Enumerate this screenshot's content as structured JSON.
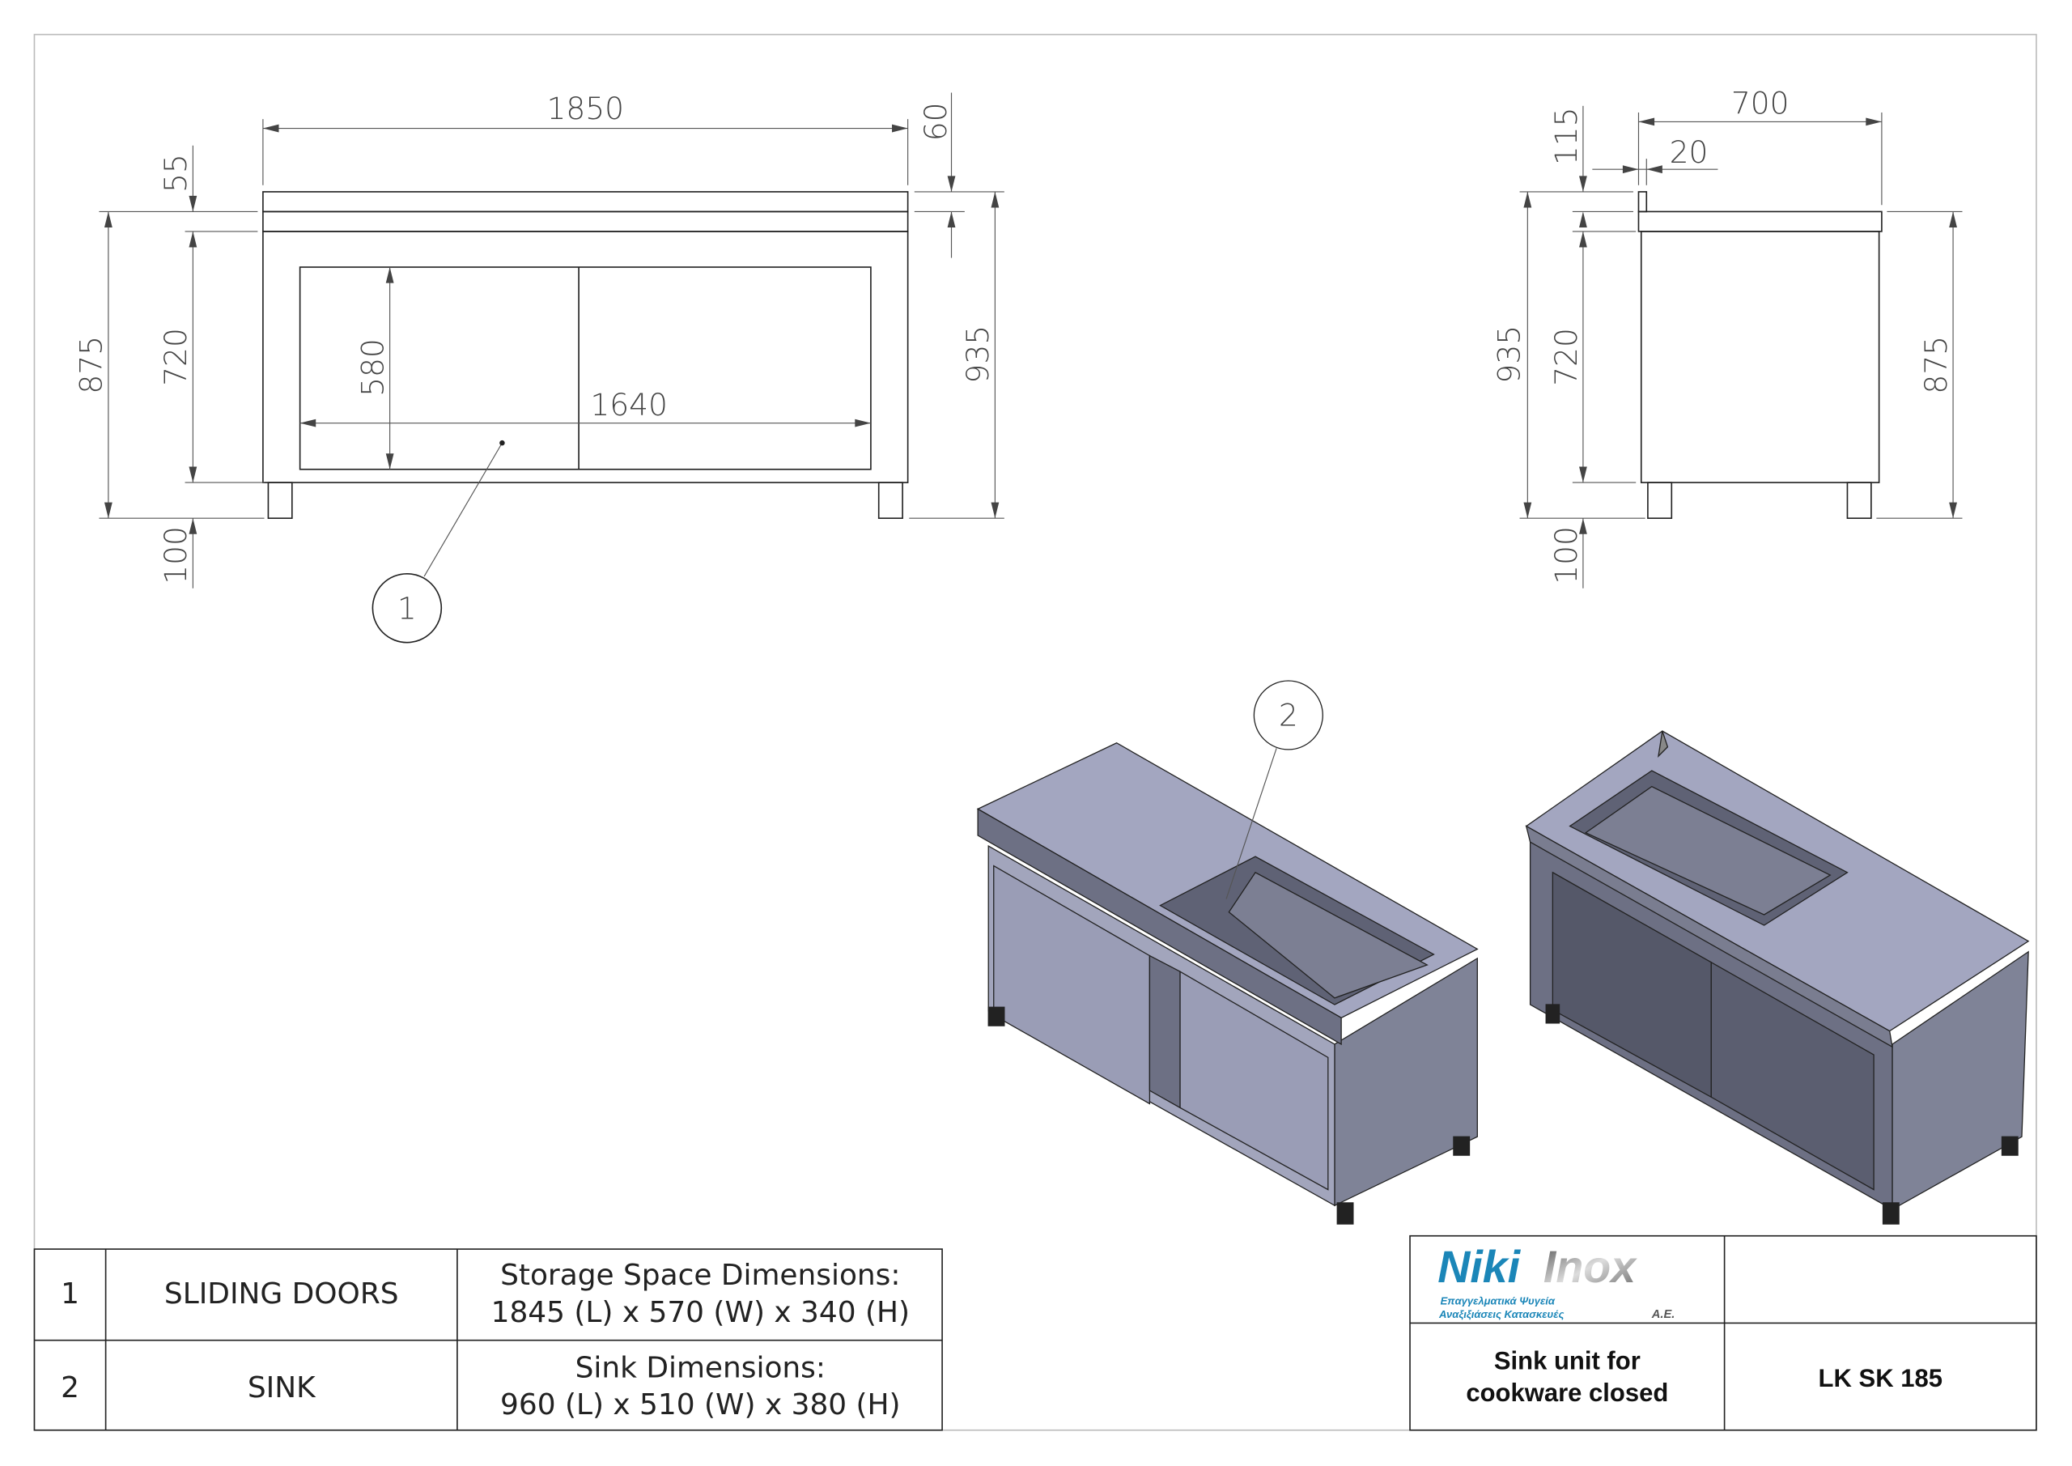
{
  "front_view": {
    "dims": {
      "overall_length": "1850",
      "top_thickness": "60",
      "backsplash": "55",
      "height_to_top": "875",
      "body_height": "720",
      "leg_height": "100",
      "total_height": "935",
      "door_height": "580",
      "door_width": "1640"
    },
    "balloon": "1"
  },
  "side_view": {
    "dims": {
      "depth": "700",
      "backsplash_thickness": "20",
      "backsplash_height": "115",
      "total_height": "935",
      "body_height": "720",
      "leg_height": "100",
      "height_to_top": "875"
    }
  },
  "iso_view": {
    "balloon": "2"
  },
  "parts_table": {
    "rows": [
      {
        "no": "1",
        "name": "SLIDING DOORS",
        "desc_line1": "Storage Space Dimensions:",
        "desc_line2": "1845 (L) x 570 (W) x 340 (H)"
      },
      {
        "no": "2",
        "name": "SINK",
        "desc_line1": "Sink Dimensions:",
        "desc_line2": "960 (L) x 510 (W) x 380 (H)"
      }
    ]
  },
  "title_block": {
    "logo": {
      "brand_part1": "Niki",
      "brand_part2": "Inox",
      "tagline1": "Επαγγελματικά Ψυγεία",
      "tagline2": "Αναξιξιάσεις Κατασκευές",
      "suffix": "A.E."
    },
    "description_line1": "Sink unit for",
    "description_line2": "cookware closed",
    "code": "LK SK 185"
  },
  "colors": {
    "logo_blue": "#1b86b8",
    "steel_top": "#a3a6c0",
    "steel_front": "#6d7084",
    "steel_side": "#7f8397"
  }
}
